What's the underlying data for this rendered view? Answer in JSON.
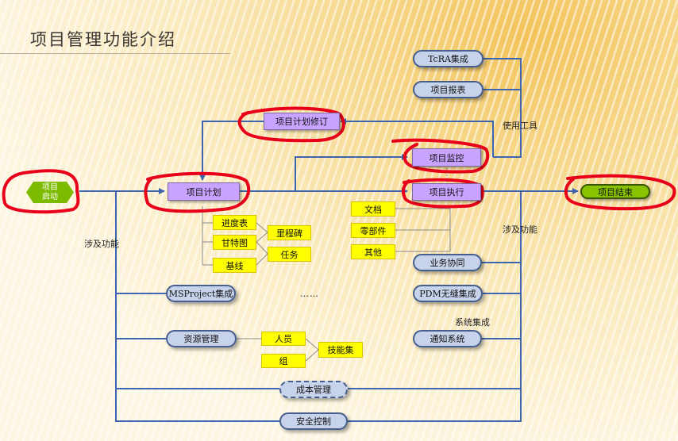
{
  "title": "项目管理功能介绍",
  "nodes": {
    "start_line1": "项目",
    "start_line2": "启动",
    "plan": "项目计划",
    "revise": "项目计划修订",
    "monitor": "项目监控",
    "execute": "项目执行",
    "end": "项目结束",
    "tcra": "TcRA集成",
    "report": "项目报表",
    "schedule": "进度表",
    "gantt": "甘特图",
    "baseline": "基线",
    "milestone": "里程碑",
    "task": "任务",
    "document": "文档",
    "parts": "零部件",
    "other": "其他",
    "collab": "业务协同",
    "pdm": "PDM无缝集成",
    "notify": "通知系统",
    "msproject": "MSProject集成",
    "resource": "资源管理",
    "person": "人员",
    "group": "组",
    "skills": "技能集",
    "cost": "成本管理",
    "security": "安全控制"
  },
  "labels": {
    "tools": "使用工具",
    "involve_left": "涉及功能",
    "involve_right": "涉及功能",
    "system_integration": "系统集成",
    "ellipsis": "……"
  },
  "colors": {
    "connector": "#3e66b0",
    "thin_connector": "#8c8c8c",
    "highlight": "#e8001a"
  }
}
